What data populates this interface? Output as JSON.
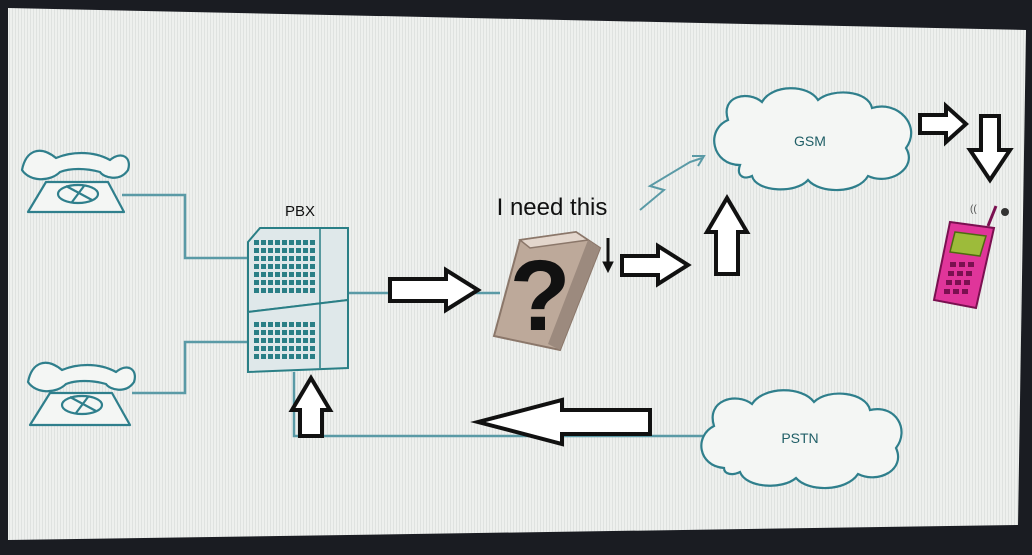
{
  "labels": {
    "pbx": "PBX",
    "need": "I need this",
    "question": "?",
    "gsm": "GSM",
    "pstn": "PSTN"
  },
  "colors": {
    "screen_bg": "#eceeec",
    "bezel": "#1a1c22",
    "wire": "#5a9aa6",
    "arrow_stroke": "#111111",
    "phone_line": "#2f7f8c",
    "pbx_grid": "#2a7f86",
    "device_body": "#bda99a",
    "mobile_body": "#e0359a",
    "mobile_screen": "#9dbb3a"
  },
  "icons": {
    "desk_phone": "rotary-phone-icon",
    "pbx": "pbx-cabinet-icon",
    "unknown_device": "gateway-device-icon",
    "mobile": "mobile-phone-icon",
    "cloud": "cloud-icon",
    "arrow": "outline-arrow-icon",
    "wireless": "wireless-bolt-icon"
  }
}
